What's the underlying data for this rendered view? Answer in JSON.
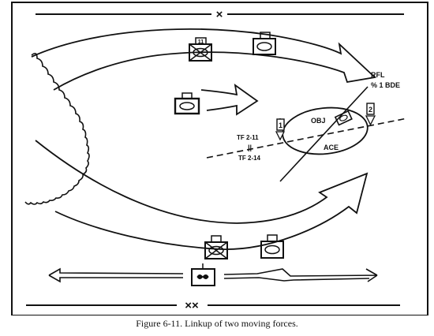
{
  "boundaries": {
    "top_symbol": "×",
    "bottom_symbol": "××"
  },
  "labels": {
    "rfl": "RFL",
    "rfl_unit": "% 1 BDE",
    "objective": "OBJ",
    "objective_name": "ACE",
    "tf_upper": "TF 2-11",
    "tf_lower": "TF 2-14",
    "tf_divider": "||",
    "flag_left": "1",
    "flag_right": "2",
    "unit_number": "11"
  },
  "caption": "Figure 6-11. Linkup of two moving forces.",
  "colors": {
    "ink": "#111111",
    "background": "#ffffff"
  }
}
